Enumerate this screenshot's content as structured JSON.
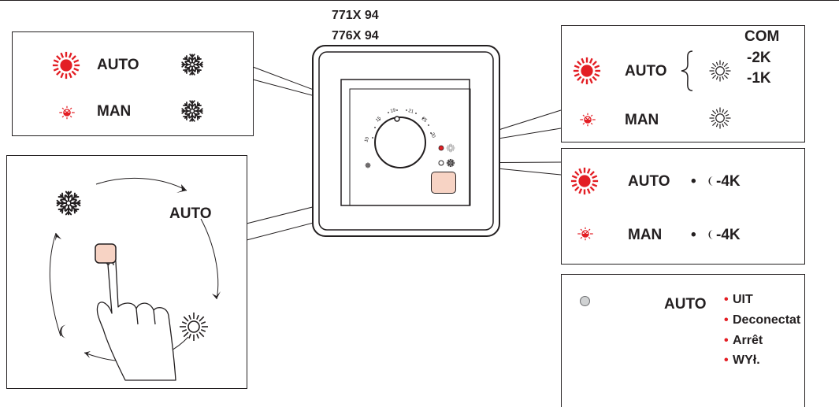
{
  "models": {
    "line1": "771X 94",
    "line2": "776X 94"
  },
  "panel_top_left": {
    "row1_label": "AUTO",
    "row2_label": "MAN",
    "row1_led": "red-led-blinking-icon",
    "row2_led": "red-led-dim-icon",
    "row1_mode": "snowflake-icon",
    "row2_mode": "snowflake-icon"
  },
  "panel_cycle": {
    "auto_label": "AUTO",
    "states": [
      "snowflake-icon",
      "sun-icon",
      "moon-icon"
    ]
  },
  "dial": {
    "ticks": [
      "10",
      "15",
      "19",
      "21",
      "25",
      "30"
    ]
  },
  "panel_top_right": {
    "com_label": "COM",
    "minus2_label": "-2K",
    "minus1_label": "-1K",
    "row1_label": "AUTO",
    "row2_label": "MAN"
  },
  "panel_mid_right": {
    "row1_label": "AUTO",
    "row1_value": "-4K",
    "row2_label": "MAN",
    "row2_value": "-4K",
    "bullet": "•"
  },
  "panel_bottom_right": {
    "auto_label": "AUTO",
    "bullet": "•",
    "items": [
      "UIT",
      "Deconectat",
      "Arrêt",
      "WYł."
    ]
  },
  "colors": {
    "led_red": "#e31e24",
    "button_fill": "#f7d3c4",
    "line": "#231f20"
  }
}
